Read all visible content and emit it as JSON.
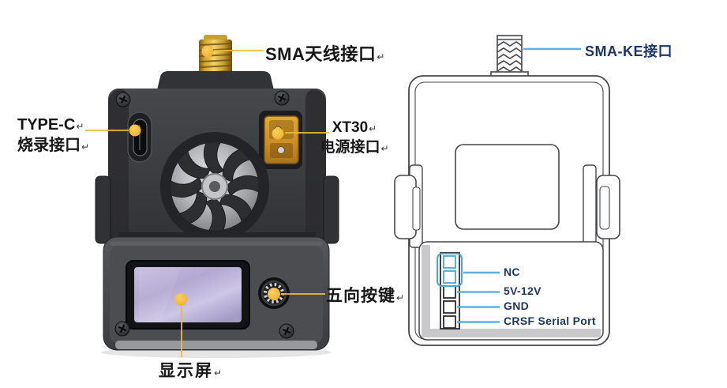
{
  "photo_annotations": {
    "callout_color": "#ebbb3a",
    "sma": {
      "label": "SMA天线接口",
      "mark": "↵"
    },
    "typec": {
      "line1": "TYPE-C",
      "line2": "烧录接口",
      "mark": "↵"
    },
    "xt30": {
      "line1": "XT30",
      "line2": "电源接口",
      "mark": "↵"
    },
    "five_way": {
      "label": "五向按键",
      "mark": "↵"
    },
    "display": {
      "label": "显示屏",
      "mark": "↵"
    }
  },
  "diagram_annotations": {
    "line_color": "#5fb0e2",
    "text_color": "#1d3666",
    "sma_ke": {
      "label": "SMA-KE接口"
    },
    "pins": [
      {
        "label": "NC"
      },
      {
        "label": "5V-12V"
      },
      {
        "label": "GND"
      },
      {
        "label": "CRSF Serial Port"
      }
    ]
  }
}
